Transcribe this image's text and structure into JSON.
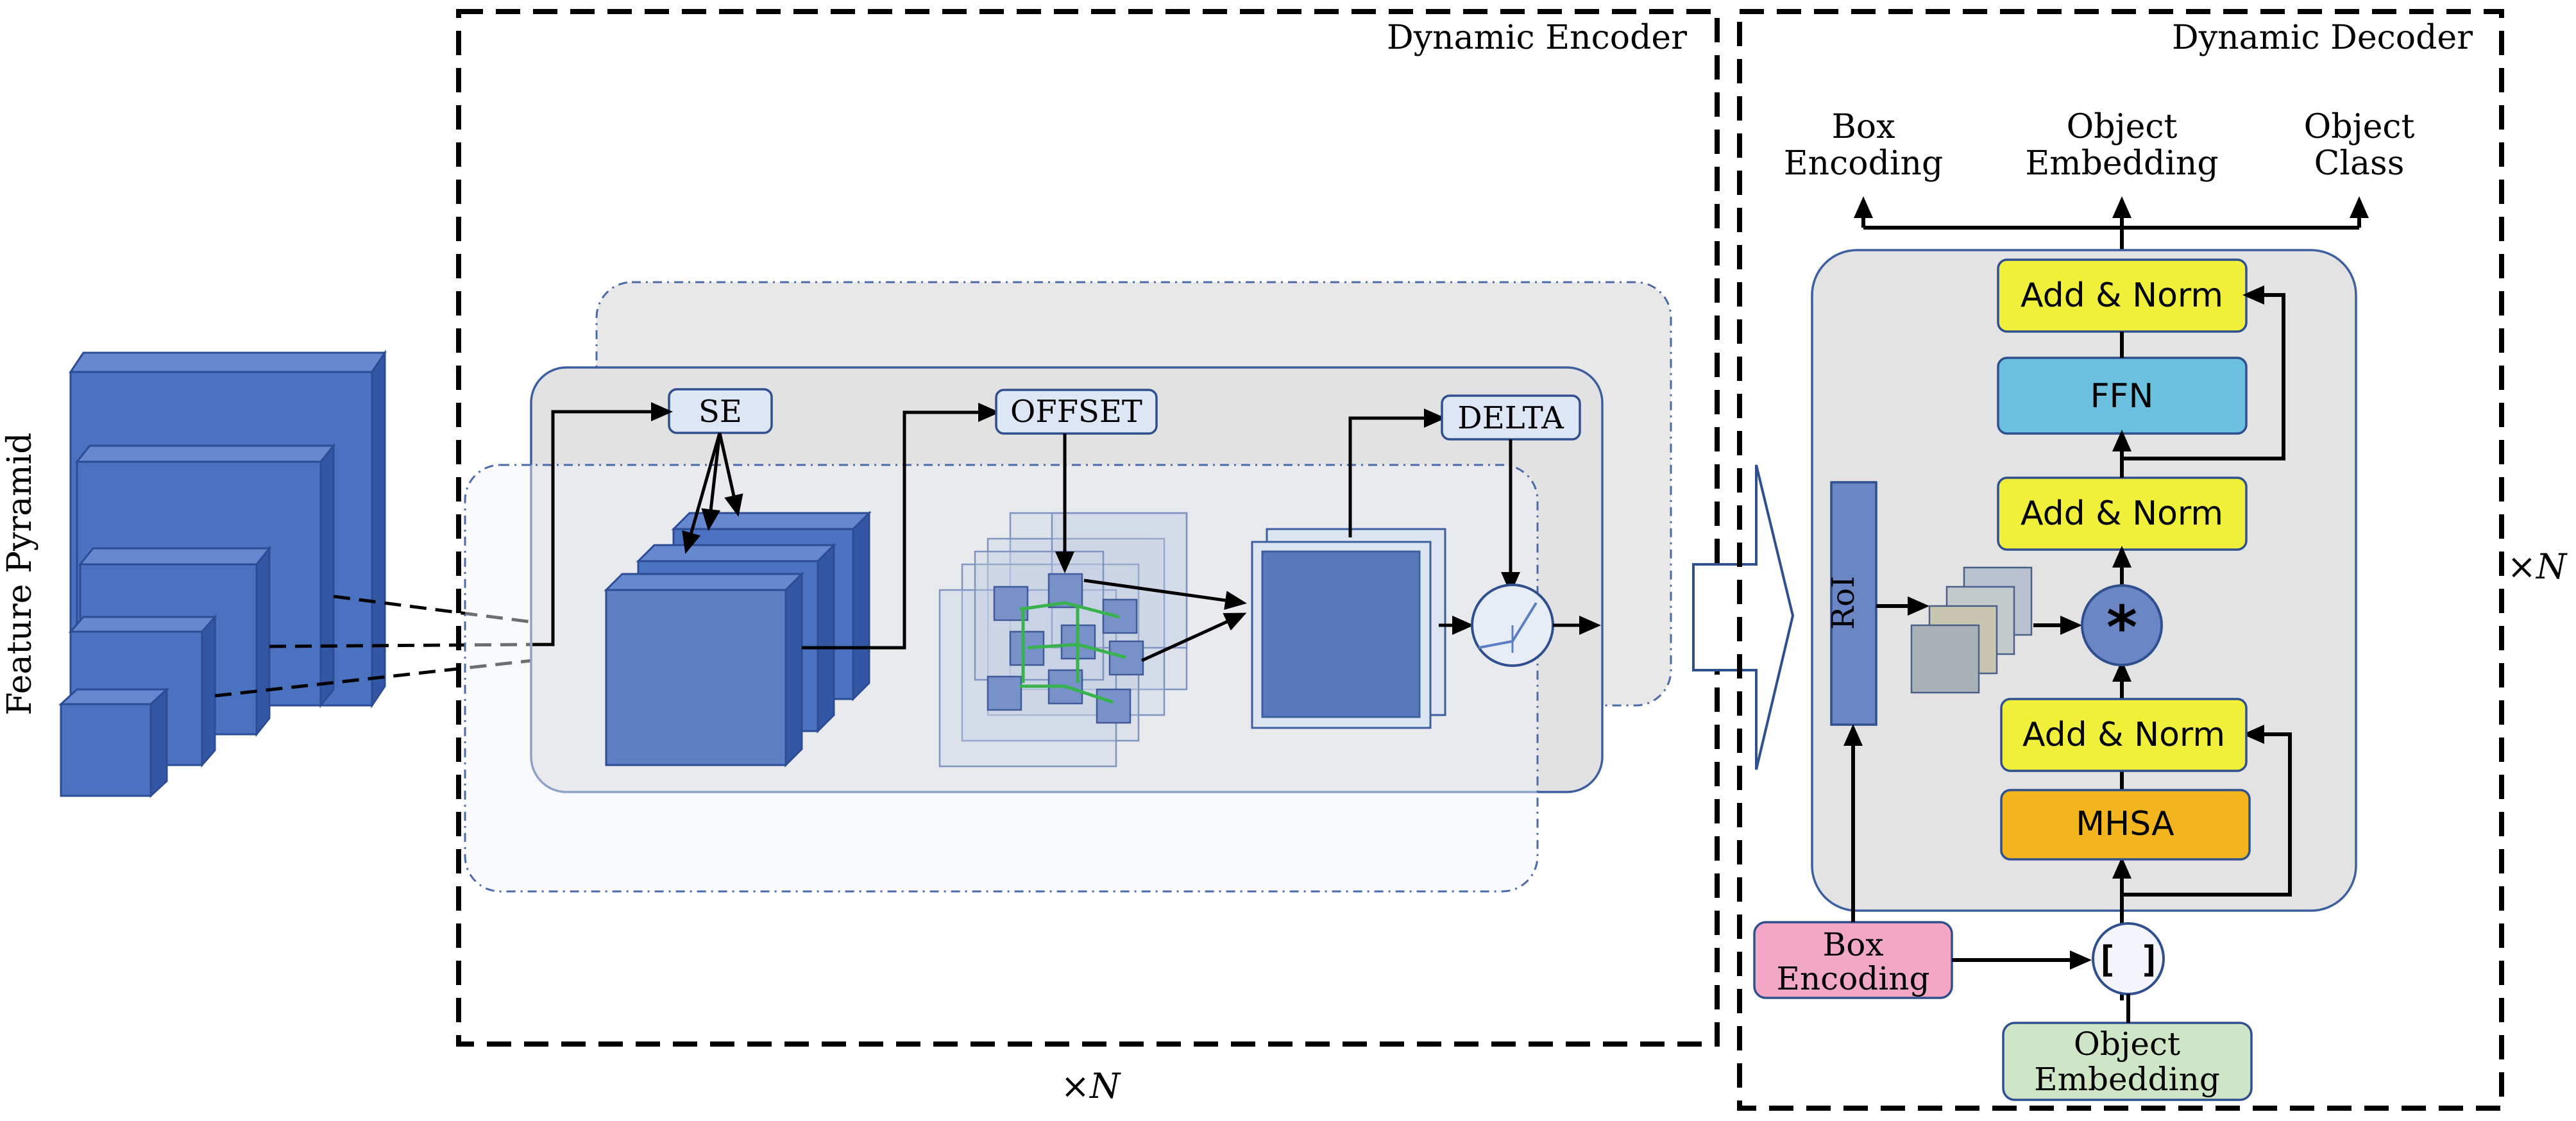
{
  "encoder": {
    "title": "Dynamic Encoder",
    "repeat_label": "×N",
    "blocks": {
      "se": "SE",
      "offset": "OFFSET",
      "delta": "DELTA"
    }
  },
  "feature_pyramid": {
    "label": "Feature Pyramid"
  },
  "decoder": {
    "title": "Dynamic Decoder",
    "repeat_label": "×N",
    "outputs": {
      "box_encoding": [
        "Box",
        "Encoding"
      ],
      "object_embedding": [
        "Object",
        "Embedding"
      ],
      "object_class": [
        "Object",
        "Class"
      ]
    },
    "blocks": {
      "add_norm_top": "Add & Norm",
      "ffn": "FFN",
      "add_norm_mid": "Add & Norm",
      "add_norm_bottom": "Add & Norm",
      "mhsa": "MHSA",
      "roi": "RoI",
      "conv_symbol": "*",
      "concat_symbol": "[ ]"
    },
    "inputs": {
      "box_encoding": [
        "Box",
        "Encoding"
      ],
      "object_embedding": [
        "Object",
        "Embedding"
      ]
    }
  },
  "colors": {
    "cube_face": "#4a72c0",
    "cube_top": "#6688d0",
    "cube_side": "#3457a5",
    "panel_fill": "#e3e3e3",
    "yellow_block": "#f0ef3a",
    "ffn_block": "#6bbfdf",
    "mhsa_block": "#f2b51d",
    "box_encoding_input": "#f2a8c4",
    "object_embedding_input": "#cfe6c6",
    "roi_block": "#6a86c4"
  }
}
